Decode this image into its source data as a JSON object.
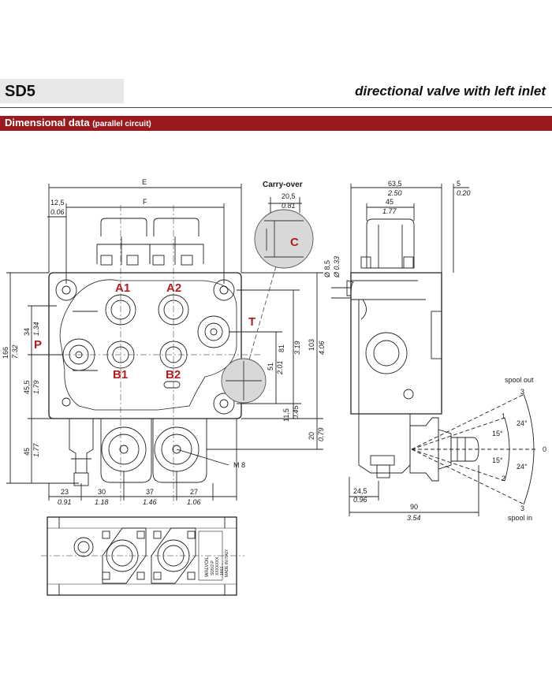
{
  "header": {
    "model": "SD5",
    "subtitle": "directional valve with left inlet",
    "section_title": "Dimensional data",
    "section_subtitle": "(parallel circuit)"
  },
  "drawing": {
    "colors": {
      "accent": "#9a1b1f",
      "port_label": "#b01e23",
      "line": "#222222"
    },
    "ports": {
      "a1": "A1",
      "a2": "A2",
      "b1": "B1",
      "b2": "B2",
      "p": "P",
      "t": "T",
      "c": "C"
    },
    "carry_over_label": "Carry-over",
    "thread_label": "M 8",
    "spool_out": "spool out",
    "spool_in": "spool in",
    "dims": {
      "e": "E",
      "f": "F",
      "d12_5": "12,5",
      "d0_06": "0.06",
      "d20_5": "20,5",
      "d0_81": "0.81",
      "d63_5": "63,5",
      "d2_50": "2.50",
      "d5": "5",
      "d0_20": "0.20",
      "d45": "45",
      "d1_77": "1.77",
      "d8_5": "Ø 8,5",
      "d0_33": "Ø 0.33",
      "d166": "166",
      "d7_32": "7.32",
      "d34": "34",
      "d1_34": "1.34",
      "d45_5": "45,5",
      "d1_79": "1.79",
      "d45b": "45",
      "d1_77b": "1.77",
      "d81": "81",
      "d3_19": "3.19",
      "d103": "103",
      "d4_06": "4.06",
      "d51": "51",
      "d2_01": "2.01",
      "d11_5": "11,5",
      "d0_45": "0.45",
      "d20": "20",
      "d0_79": "0.79",
      "d23": "23",
      "d0_91": "0.91",
      "d30": "30",
      "d1_18": "1.18",
      "d37": "37",
      "d1_46": "1.46",
      "d27": "27",
      "d1_06": "1.06",
      "d24_5": "24,5",
      "d0_96": "0.96",
      "d90": "90",
      "d3_54": "3.54"
    },
    "angles": {
      "a15": "15°",
      "a24": "24°",
      "p3": "3",
      "p1": "1",
      "p0": "0",
      "p2": "2",
      "p3b": "3"
    },
    "plate": {
      "l1": "WALVOIL",
      "l2": "SD5/2-P",
      "l3": "XXXXXXX",
      "l4": "1662.....",
      "l5": "MADE IN ITALY"
    }
  }
}
